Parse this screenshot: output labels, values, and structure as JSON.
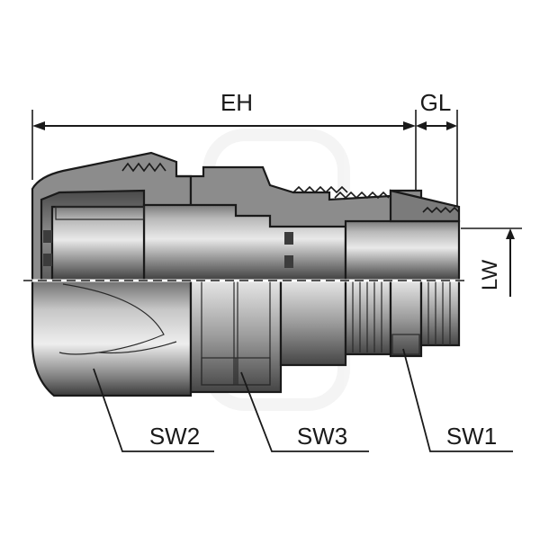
{
  "labels": {
    "eh": "EH",
    "gl": "GL",
    "lw": "LW",
    "sw1": "SW1",
    "sw2": "SW2",
    "sw3": "SW3"
  },
  "colors": {
    "section": "#8c8c8c",
    "body_dark": "#5e5e5e",
    "body_mid": "#9a9a9a",
    "body_light": "#e4e4e4",
    "line": "#1a1a1a",
    "watermark": "#f2f2f2"
  },
  "watermark_icon": "logo-watermark-icon"
}
